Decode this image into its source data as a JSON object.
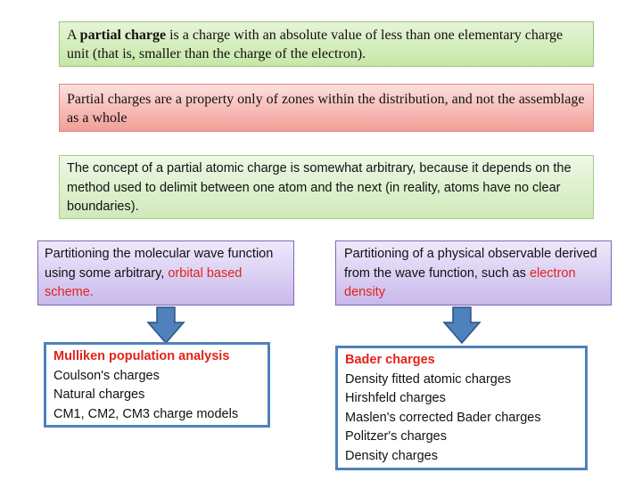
{
  "definition": {
    "prefix": "A ",
    "term": "partial charge",
    "rest": " is a charge with an absolute value of less than one elementary charge unit (that is, smaller than the charge of the electron)."
  },
  "property": {
    "text": "Partial charges are a property only of zones within the distribution, and not the assemblage as a whole"
  },
  "concept": {
    "text": "The concept of a partial atomic charge is somewhat arbitrary, because it depends on the method used to delimit between one atom and the next (in reality, atoms have no clear boundaries)."
  },
  "left_method": {
    "text": "Partitioning the molecular wave function using some arbitrary, ",
    "highlight": "orbital based scheme."
  },
  "right_method": {
    "text": "Partitioning of a physical observable derived from the wave function, such as ",
    "highlight": "electron density"
  },
  "left_list": {
    "heading": "Mulliken population analysis",
    "items": [
      "Coulson's charges",
      "Natural charges",
      "CM1, CM2, CM3 charge models"
    ]
  },
  "right_list": {
    "heading": "Bader charges",
    "items": [
      "Density fitted atomic charges",
      "Hirshfeld charges",
      "Maslen's corrected Bader charges",
      "Politzer's charges",
      "Density charges"
    ]
  },
  "colors": {
    "highlight": "#e2231a",
    "arrow_fill": "#4f81bd",
    "arrow_stroke": "#2c5282",
    "list_border": "#4f81bd"
  }
}
